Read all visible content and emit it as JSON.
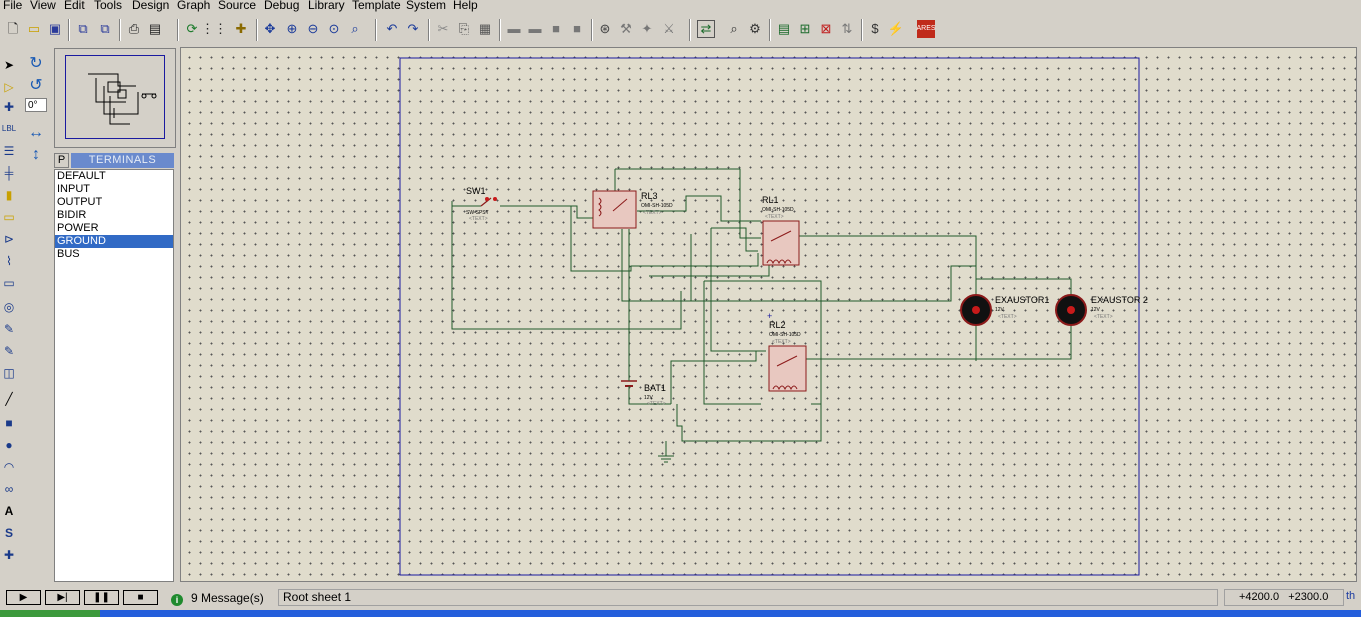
{
  "menu": [
    "File",
    "View",
    "Edit",
    "Tools",
    "Design",
    "Graph",
    "Source",
    "Debug",
    "Library",
    "Template",
    "System",
    "Help"
  ],
  "toolbar_icons": [
    "new-icon",
    "open-icon",
    "save-icon",
    "import-icon",
    "export-icon",
    "print-icon",
    "print-area-icon",
    "refresh-icon",
    "grid-icon",
    "origin-icon",
    "pan-icon",
    "zoom-in-icon",
    "zoom-out-icon",
    "zoom-all-icon",
    "zoom-area-icon",
    "undo-icon",
    "redo-icon",
    "cut-icon",
    "copy-icon",
    "paste-icon",
    "block-copy-icon",
    "block-move-icon",
    "block-rotate-icon",
    "block-delete-icon",
    "pick-device-icon",
    "make-device-icon",
    "packaging-icon",
    "decompose-icon",
    "wire-autorouter-icon",
    "search-icon",
    "property-tool-icon",
    "new-sheet-icon",
    "add-sheet-icon",
    "delete-sheet-icon",
    "goto-sheet-icon",
    "bom-icon",
    "erc-icon",
    "ares-icon"
  ],
  "angle_value": "0°",
  "terminals": {
    "p_label": "P",
    "title": "TERMINALS",
    "items": [
      "DEFAULT",
      "INPUT",
      "OUTPUT",
      "BIDIR",
      "POWER",
      "GROUND",
      "BUS"
    ],
    "selected": "GROUND"
  },
  "schematic": {
    "sw1": {
      "ref": "SW1",
      "type": "SW-SPST",
      "text": "<TEXT>"
    },
    "rl3": {
      "ref": "RL3",
      "type": "OMI-SH-105D",
      "text": "<TEXT>"
    },
    "rl1": {
      "ref": "RL1",
      "type": "OMI-SH-105D",
      "text": "<TEXT>"
    },
    "rl2": {
      "ref": "RL2",
      "type": "OMI-SH-105D",
      "text": "<TEXT>"
    },
    "bat1": {
      "ref": "BAT1",
      "value": "12V",
      "text": "<TEXT>"
    },
    "exaustor1": {
      "ref": "EXAUSTOR1",
      "value": "12V",
      "text": "<TEXT>"
    },
    "exaustor2": {
      "ref": "EXAUSTOR 2",
      "value": "12V",
      "text": "<TEXT>"
    }
  },
  "status": {
    "messages": "9 Message(s)",
    "sheet": "Root sheet 1",
    "coord_x": "+4200.0",
    "coord_y": "+2300.0",
    "units": "th"
  },
  "colors": {
    "wire": "#1f5a2a",
    "component": "#8b1a1a",
    "frame": "#1a1aa0",
    "selection": "#316ac5"
  }
}
